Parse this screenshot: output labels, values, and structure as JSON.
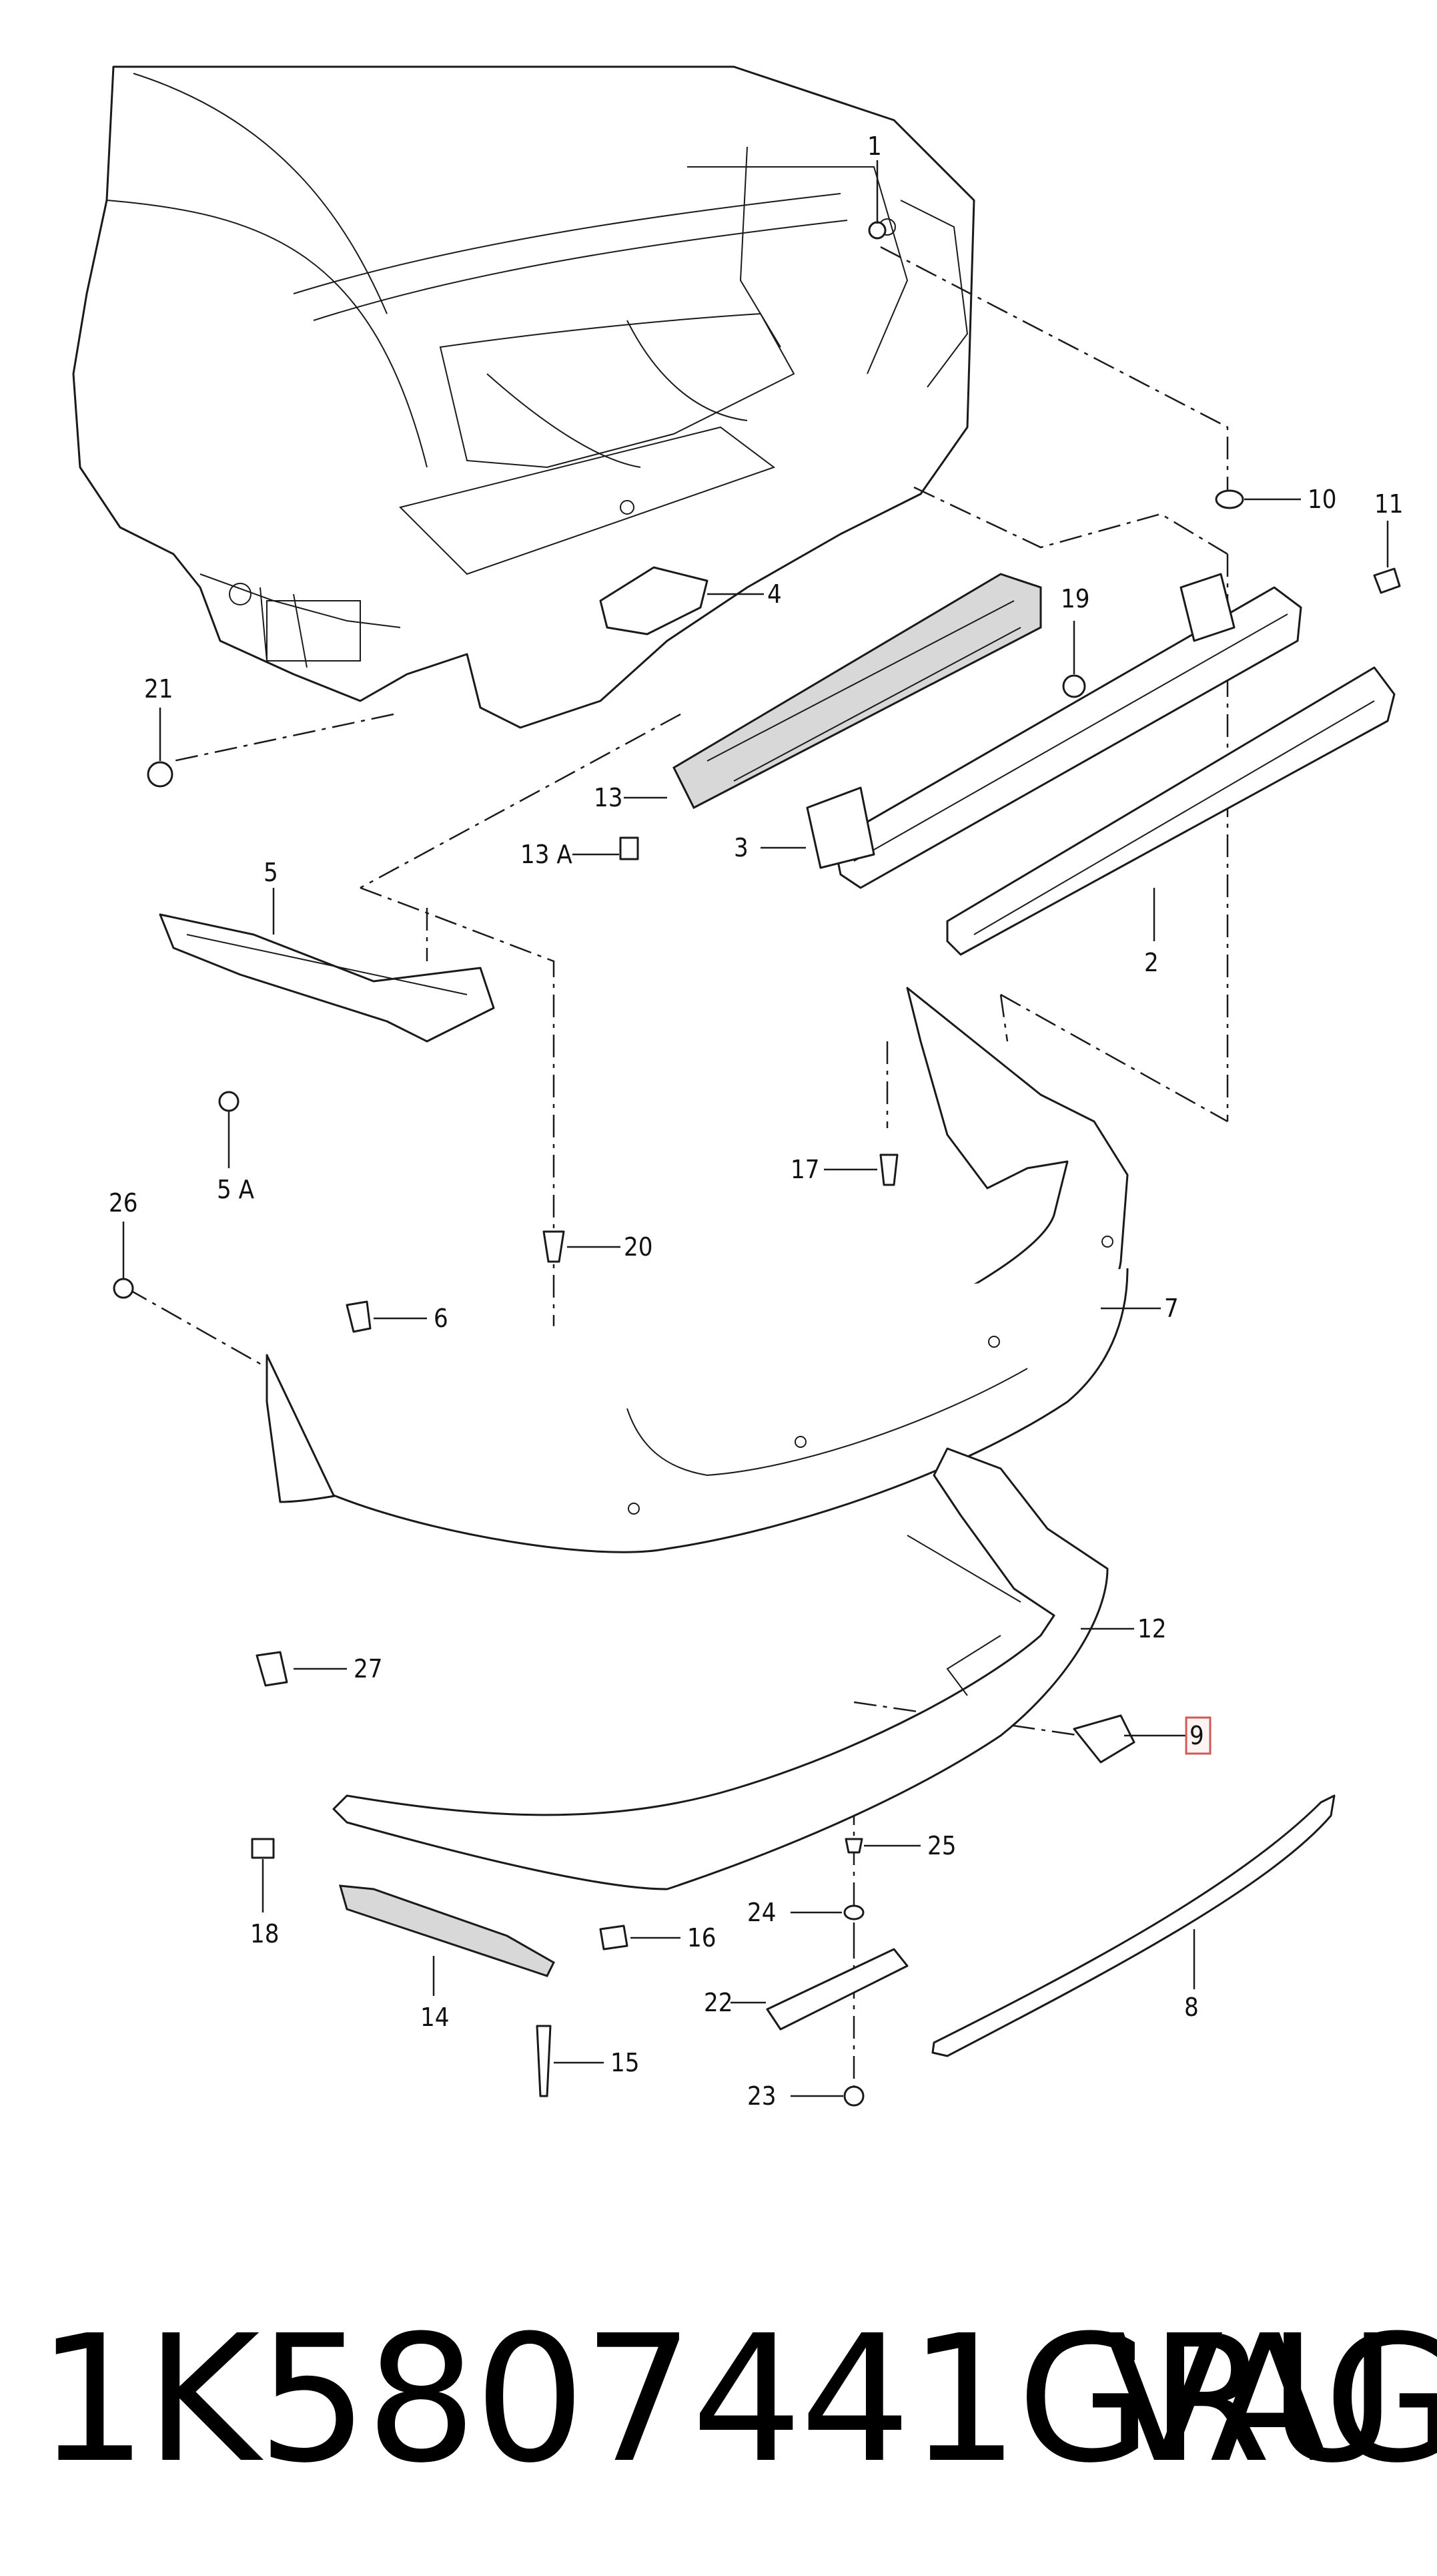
{
  "diagram": {
    "callouts": [
      "1",
      "2",
      "3",
      "4",
      "5",
      "5 A",
      "6",
      "7",
      "8",
      "9",
      "10",
      "11",
      "12",
      "13",
      "13 A",
      "14",
      "15",
      "16",
      "17",
      "18",
      "19",
      "20",
      "21",
      "22",
      "23",
      "24",
      "25",
      "26",
      "27"
    ],
    "highlighted_callout": "9",
    "highlight_color": "#d05a5a"
  },
  "footer": {
    "part_number": "1K5807441GRU",
    "brand": "VAG"
  }
}
